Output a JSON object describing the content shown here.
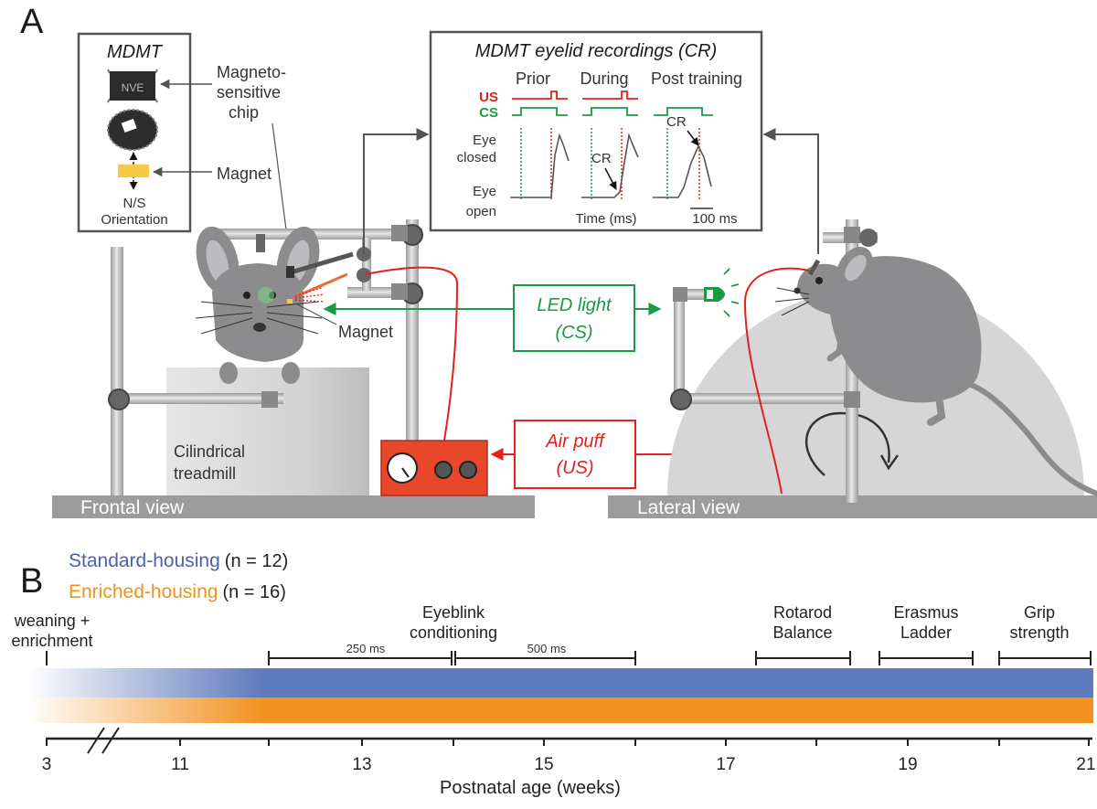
{
  "panel_a": {
    "label": "A",
    "mdmt_box": {
      "title": "MDMT",
      "chip_text": "NVE",
      "orientation_label_1": "N/S",
      "orientation_label_2": "Orientation"
    },
    "callouts": {
      "magneto_1": "Magneto-",
      "magneto_2": "sensitive",
      "magneto_3": "chip",
      "magnet": "Magnet",
      "magnet_frontal": "Magnet"
    },
    "recordings": {
      "title": "MDMT eyelid recordings (CR)",
      "col_prior": "Prior",
      "col_during": "During",
      "col_post": "Post training",
      "row_us": "US",
      "row_cs": "CS",
      "eye_closed_1": "Eye",
      "eye_closed_2": "closed",
      "eye_open_1": "Eye",
      "eye_open_2": "open",
      "cr_label_during": "CR",
      "cr_label_post": "CR",
      "time_label": "Time (ms)",
      "scale_label": "100 ms"
    },
    "led_box": {
      "line1": "LED light",
      "line2": "(CS)"
    },
    "air_box": {
      "line1": "Air puff",
      "line2": "(US)"
    },
    "treadmill_1": "Cilindrical",
    "treadmill_2": "treadmill",
    "frontal_view": "Frontal view",
    "lateral_view": "Lateral view",
    "colors": {
      "us_red": "#e0221b",
      "cs_green": "#1a9a46",
      "mouse_grey": "#8c8c8e",
      "device_orange": "#e8472a",
      "magnet_yellow": "#f7c948"
    }
  },
  "panel_b": {
    "label": "B",
    "legend_std_name": "Standard-housing",
    "legend_std_n": "(n = 12)",
    "legend_enr_name": "Enriched-housing",
    "legend_enr_n": "(n = 16)",
    "weaning_1": "weaning +",
    "weaning_2": "enrichment",
    "eyeblink_1": "Eyeblink",
    "eyeblink_2": "conditioning",
    "eb_250": "250 ms",
    "eb_500": "500 ms",
    "rotarod_1": "Rotarod",
    "rotarod_2": "Balance",
    "erasmus_1": "Erasmus",
    "erasmus_2": "Ladder",
    "grip_1": "Grip",
    "grip_2": "strength",
    "axis_title": "Postnatal age (weeks)",
    "ticks": [
      "3",
      "11",
      "13",
      "15",
      "17",
      "19",
      "21"
    ],
    "colors": {
      "standard": "#5f7abd",
      "enriched": "#f39220"
    }
  }
}
